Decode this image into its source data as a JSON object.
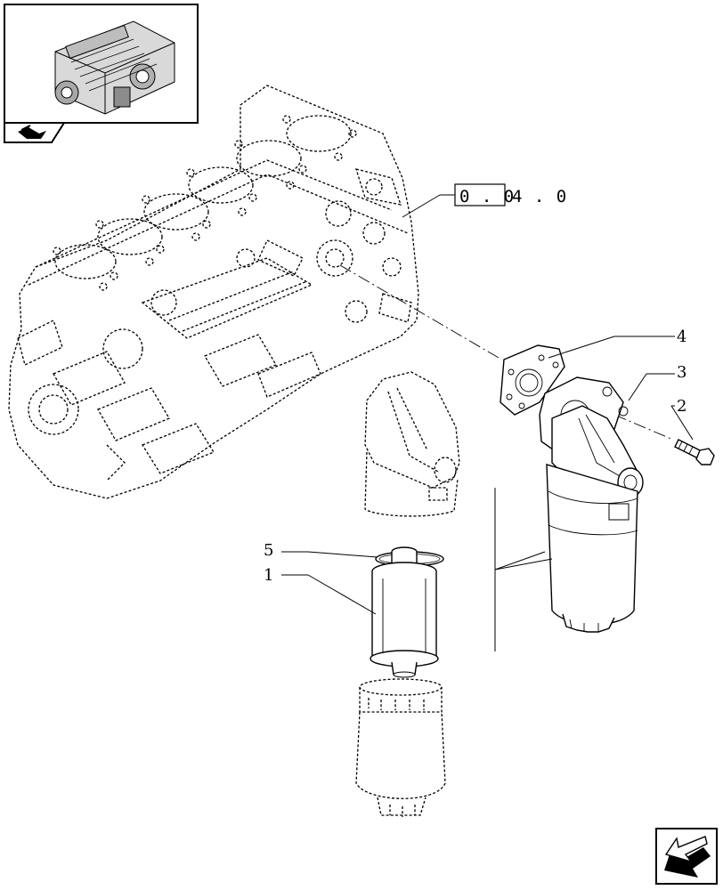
{
  "reference": {
    "boxed": "0 . 0",
    "tail": "4 . 0"
  },
  "callouts": [
    {
      "id": "1",
      "label": "1"
    },
    {
      "id": "2",
      "label": "2"
    },
    {
      "id": "3",
      "label": "3"
    },
    {
      "id": "4",
      "label": "4"
    },
    {
      "id": "5",
      "label": "5"
    }
  ],
  "icons": {
    "thumbnail": "engine-thumbnail-icon",
    "back": "back-arrow-icon",
    "next": "next-page-arrow-icon"
  }
}
